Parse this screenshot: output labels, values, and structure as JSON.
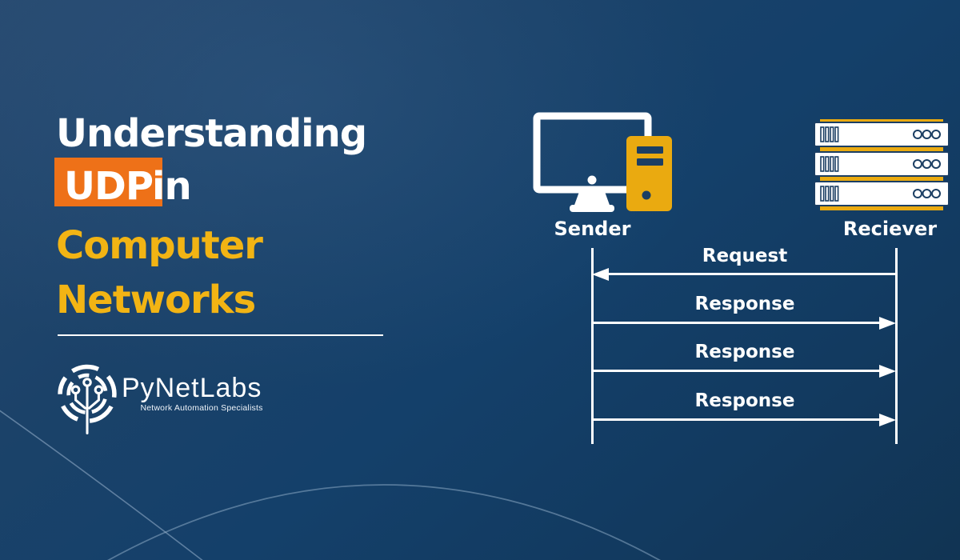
{
  "title": {
    "line1": "Understanding",
    "highlight": "UDP",
    "line2_suffix": "in",
    "line3": "Computer",
    "line4": "Networks"
  },
  "brand": {
    "name": "PyNetLabs",
    "tagline": "Network Automation Specialists"
  },
  "diagram": {
    "sender_label": "Sender",
    "receiver_label": "Reciever",
    "messages": [
      {
        "label": "Request",
        "direction": "left"
      },
      {
        "label": "Response",
        "direction": "right"
      },
      {
        "label": "Response",
        "direction": "right"
      },
      {
        "label": "Response",
        "direction": "right"
      }
    ]
  },
  "colors": {
    "background": "#17406B",
    "highlight_orange": "#EE7118",
    "title_yellow": "#F2B414",
    "icon_yellow": "#EAAA10",
    "icon_navy": "#1B3E63",
    "text_white": "#FFFFFF"
  }
}
